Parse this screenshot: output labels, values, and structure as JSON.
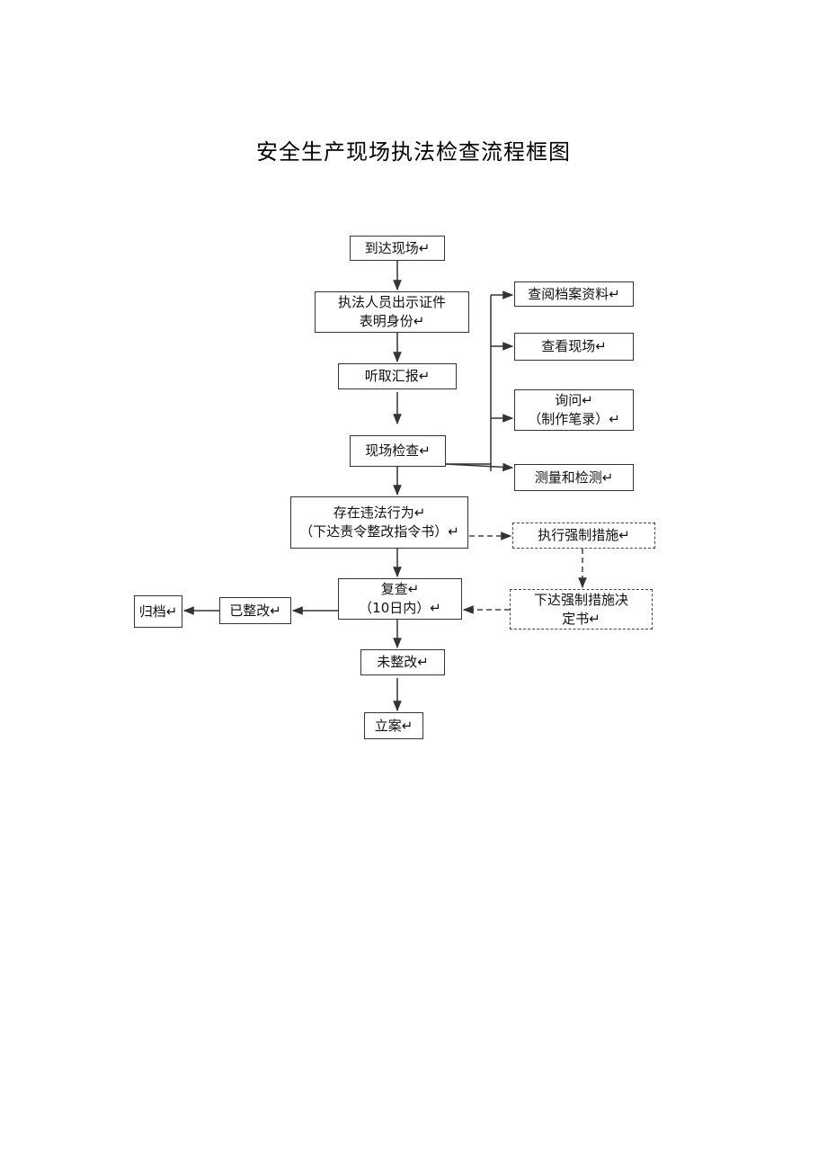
{
  "title": "安全生产现场执法检查流程框图",
  "nodes": {
    "arrive": {
      "line1": "到达现场↵"
    },
    "show_id": {
      "line1": "执法人员出示证件",
      "line2": "表明身份↵"
    },
    "listen": {
      "line1": "听取汇报↵"
    },
    "inspect": {
      "line1": "现场检查↵"
    },
    "check_files": {
      "line1": "查阅档案资料↵"
    },
    "view_site": {
      "line1": "查看现场↵"
    },
    "inquiry": {
      "line1": "询问↵",
      "line2": "（制作笔录）↵"
    },
    "measure": {
      "line1": "测量和检测↵"
    },
    "violation": {
      "line1": "存在违法行为↵",
      "line2": "（下达责令整改指令书）↵"
    },
    "enforce": {
      "line1": "执行强制措施↵"
    },
    "enforce_doc": {
      "line1": "下达强制措施决",
      "line2": "定书↵"
    },
    "recheck": {
      "line1": "复查↵",
      "line2": "（10日内）↵"
    },
    "rectified": {
      "line1": "已整改↵"
    },
    "archive": {
      "line1": "归档↵"
    },
    "not_rectified": {
      "line1": "未整改↵"
    },
    "file_case": {
      "line1": "立案↵"
    }
  },
  "colors": {
    "line": "#333333",
    "dashed": "#444444",
    "background": "#ffffff"
  }
}
